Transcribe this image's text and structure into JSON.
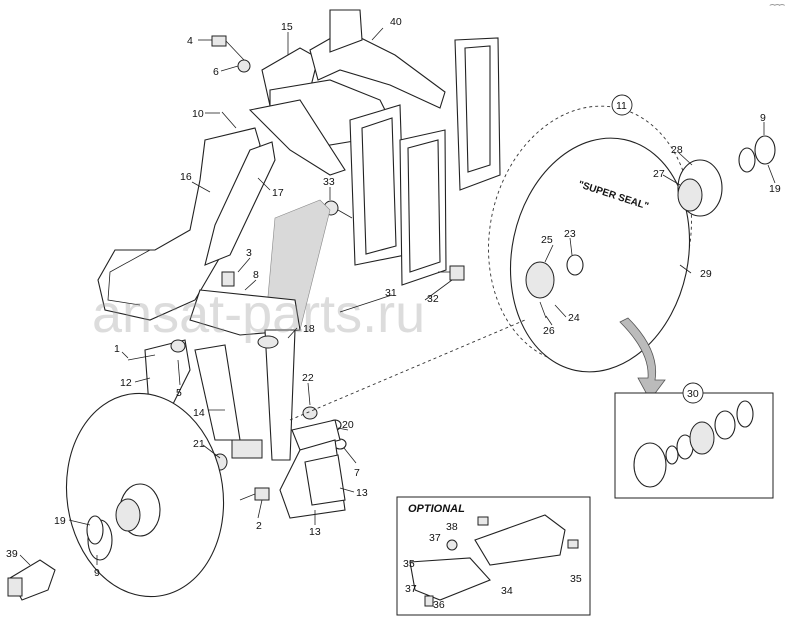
{
  "callouts": {
    "c2": "2",
    "c3": "3",
    "c4": "4",
    "c5": "5",
    "c6": "6",
    "c7": "7",
    "c8": "8",
    "c9a": "9",
    "c9b": "9",
    "c10": "10",
    "c11": "11",
    "c12": "12",
    "c13a": "13",
    "c13b": "13",
    "c14": "14",
    "c15": "15",
    "c16": "16",
    "c17": "17",
    "c18": "18",
    "c19a": "19",
    "c19b": "19",
    "c20": "20",
    "c21": "21",
    "c22": "22",
    "c23": "23",
    "c24": "24",
    "c25": "25",
    "c26": "26",
    "c27": "27",
    "c28": "28",
    "c29": "29",
    "c30": "30",
    "c31": "31",
    "c32": "32",
    "c33": "33",
    "c35a": "35",
    "c35b": "35",
    "c36": "36",
    "c37a": "37",
    "c37b": "37",
    "c38": "38",
    "c39": "39",
    "c40": "40",
    "c1": "1",
    "c34": "34"
  },
  "disc_label": "\"SUPER SEAL\"",
  "optional_title": "OPTIONAL",
  "watermark": "ansat-parts.ru",
  "corner_mark": "⁀⁀⁀"
}
